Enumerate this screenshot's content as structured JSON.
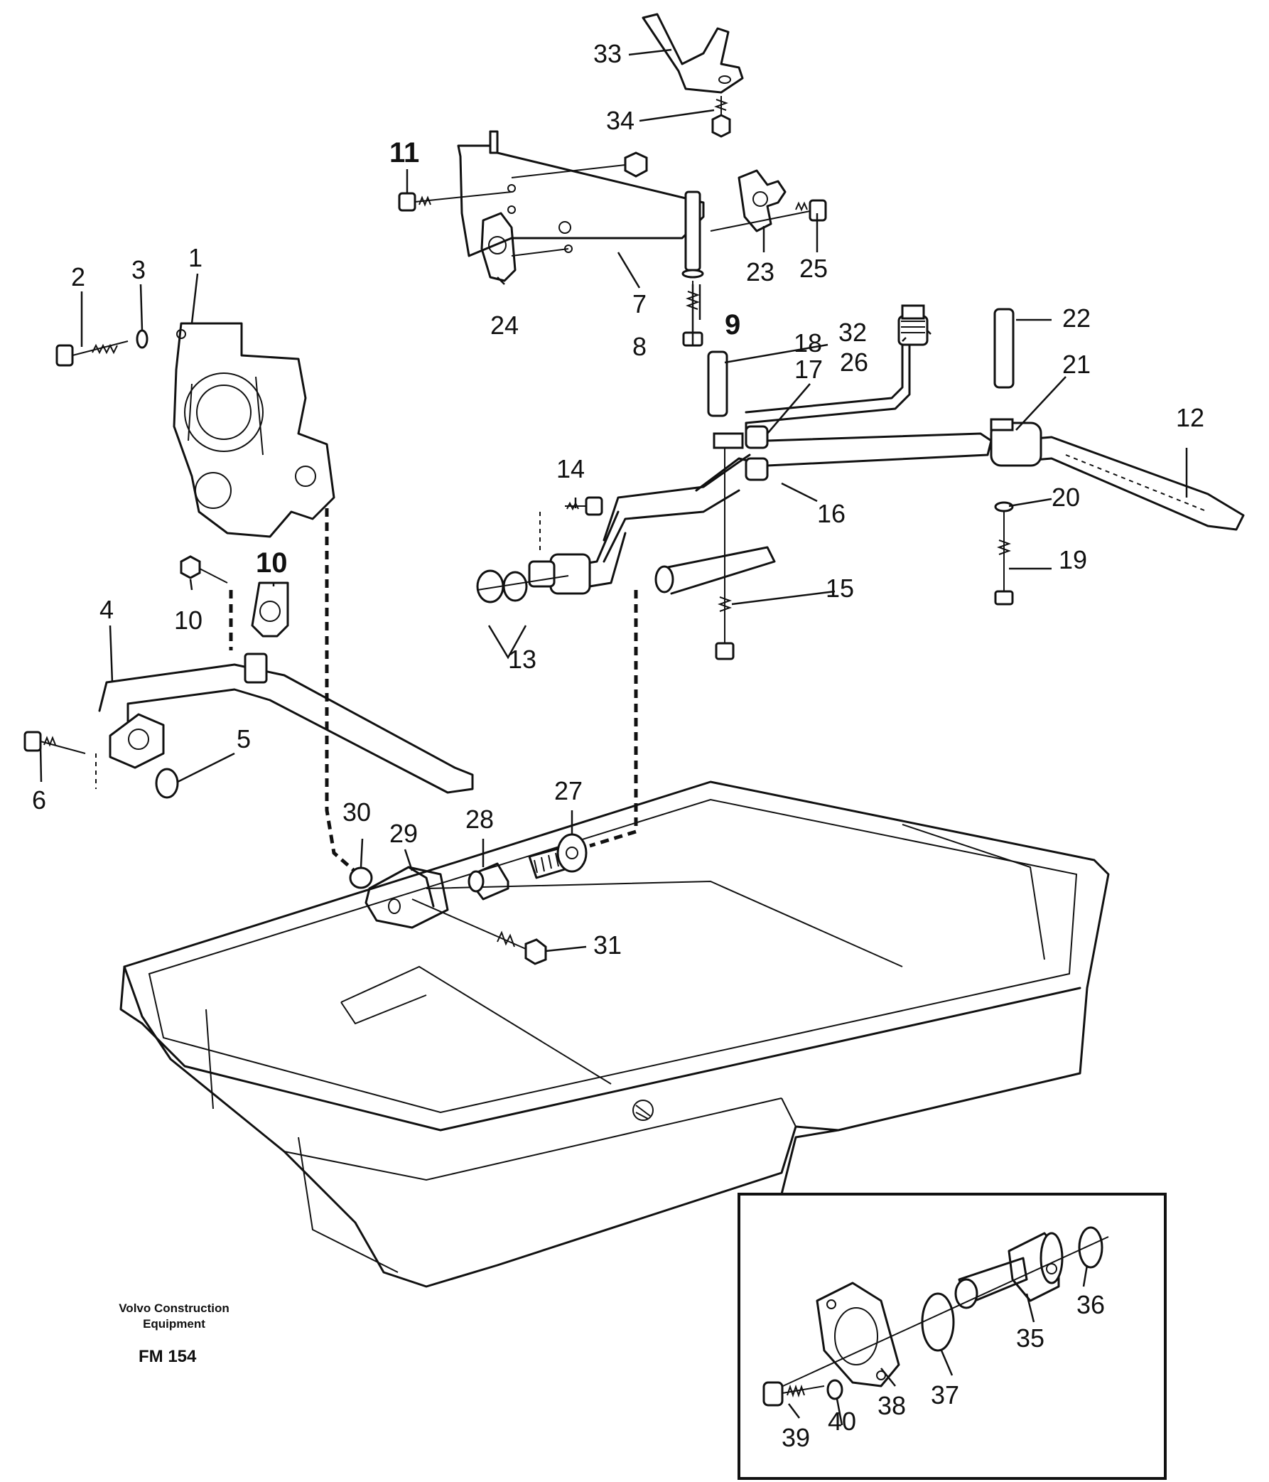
{
  "callouts": [
    {
      "id": "c1",
      "text": "1"
    },
    {
      "id": "c2",
      "text": "2"
    },
    {
      "id": "c3",
      "text": "3"
    },
    {
      "id": "c4",
      "text": "4"
    },
    {
      "id": "c5",
      "text": "5"
    },
    {
      "id": "c6",
      "text": "6"
    },
    {
      "id": "c7",
      "text": "7"
    },
    {
      "id": "c8",
      "text": "8"
    },
    {
      "id": "c9",
      "text": "9"
    },
    {
      "id": "c10a",
      "text": "10"
    },
    {
      "id": "c10b",
      "text": "10"
    },
    {
      "id": "c11",
      "text": "11"
    },
    {
      "id": "c12",
      "text": "12"
    },
    {
      "id": "c13",
      "text": "13"
    },
    {
      "id": "c14",
      "text": "14"
    },
    {
      "id": "c15",
      "text": "15"
    },
    {
      "id": "c16",
      "text": "16"
    },
    {
      "id": "c17",
      "text": "17"
    },
    {
      "id": "c18",
      "text": "18"
    },
    {
      "id": "c19",
      "text": "19"
    },
    {
      "id": "c20",
      "text": "20"
    },
    {
      "id": "c21",
      "text": "21"
    },
    {
      "id": "c22",
      "text": "22"
    },
    {
      "id": "c23",
      "text": "23"
    },
    {
      "id": "c24",
      "text": "24"
    },
    {
      "id": "c25",
      "text": "25"
    },
    {
      "id": "c26",
      "text": "26"
    },
    {
      "id": "c27",
      "text": "27"
    },
    {
      "id": "c28",
      "text": "28"
    },
    {
      "id": "c29",
      "text": "29"
    },
    {
      "id": "c30",
      "text": "30"
    },
    {
      "id": "c31",
      "text": "31"
    },
    {
      "id": "c32",
      "text": "32"
    },
    {
      "id": "c33",
      "text": "33"
    },
    {
      "id": "c34",
      "text": "34"
    },
    {
      "id": "c35",
      "text": "35"
    },
    {
      "id": "c36",
      "text": "36"
    },
    {
      "id": "c37",
      "text": "37"
    },
    {
      "id": "c38",
      "text": "38"
    },
    {
      "id": "c39",
      "text": "39"
    },
    {
      "id": "c40",
      "text": "40"
    }
  ],
  "footer": {
    "brand_line1": "Volvo Construction",
    "brand_line2": "Equipment",
    "drawing_code": "FM 154"
  }
}
